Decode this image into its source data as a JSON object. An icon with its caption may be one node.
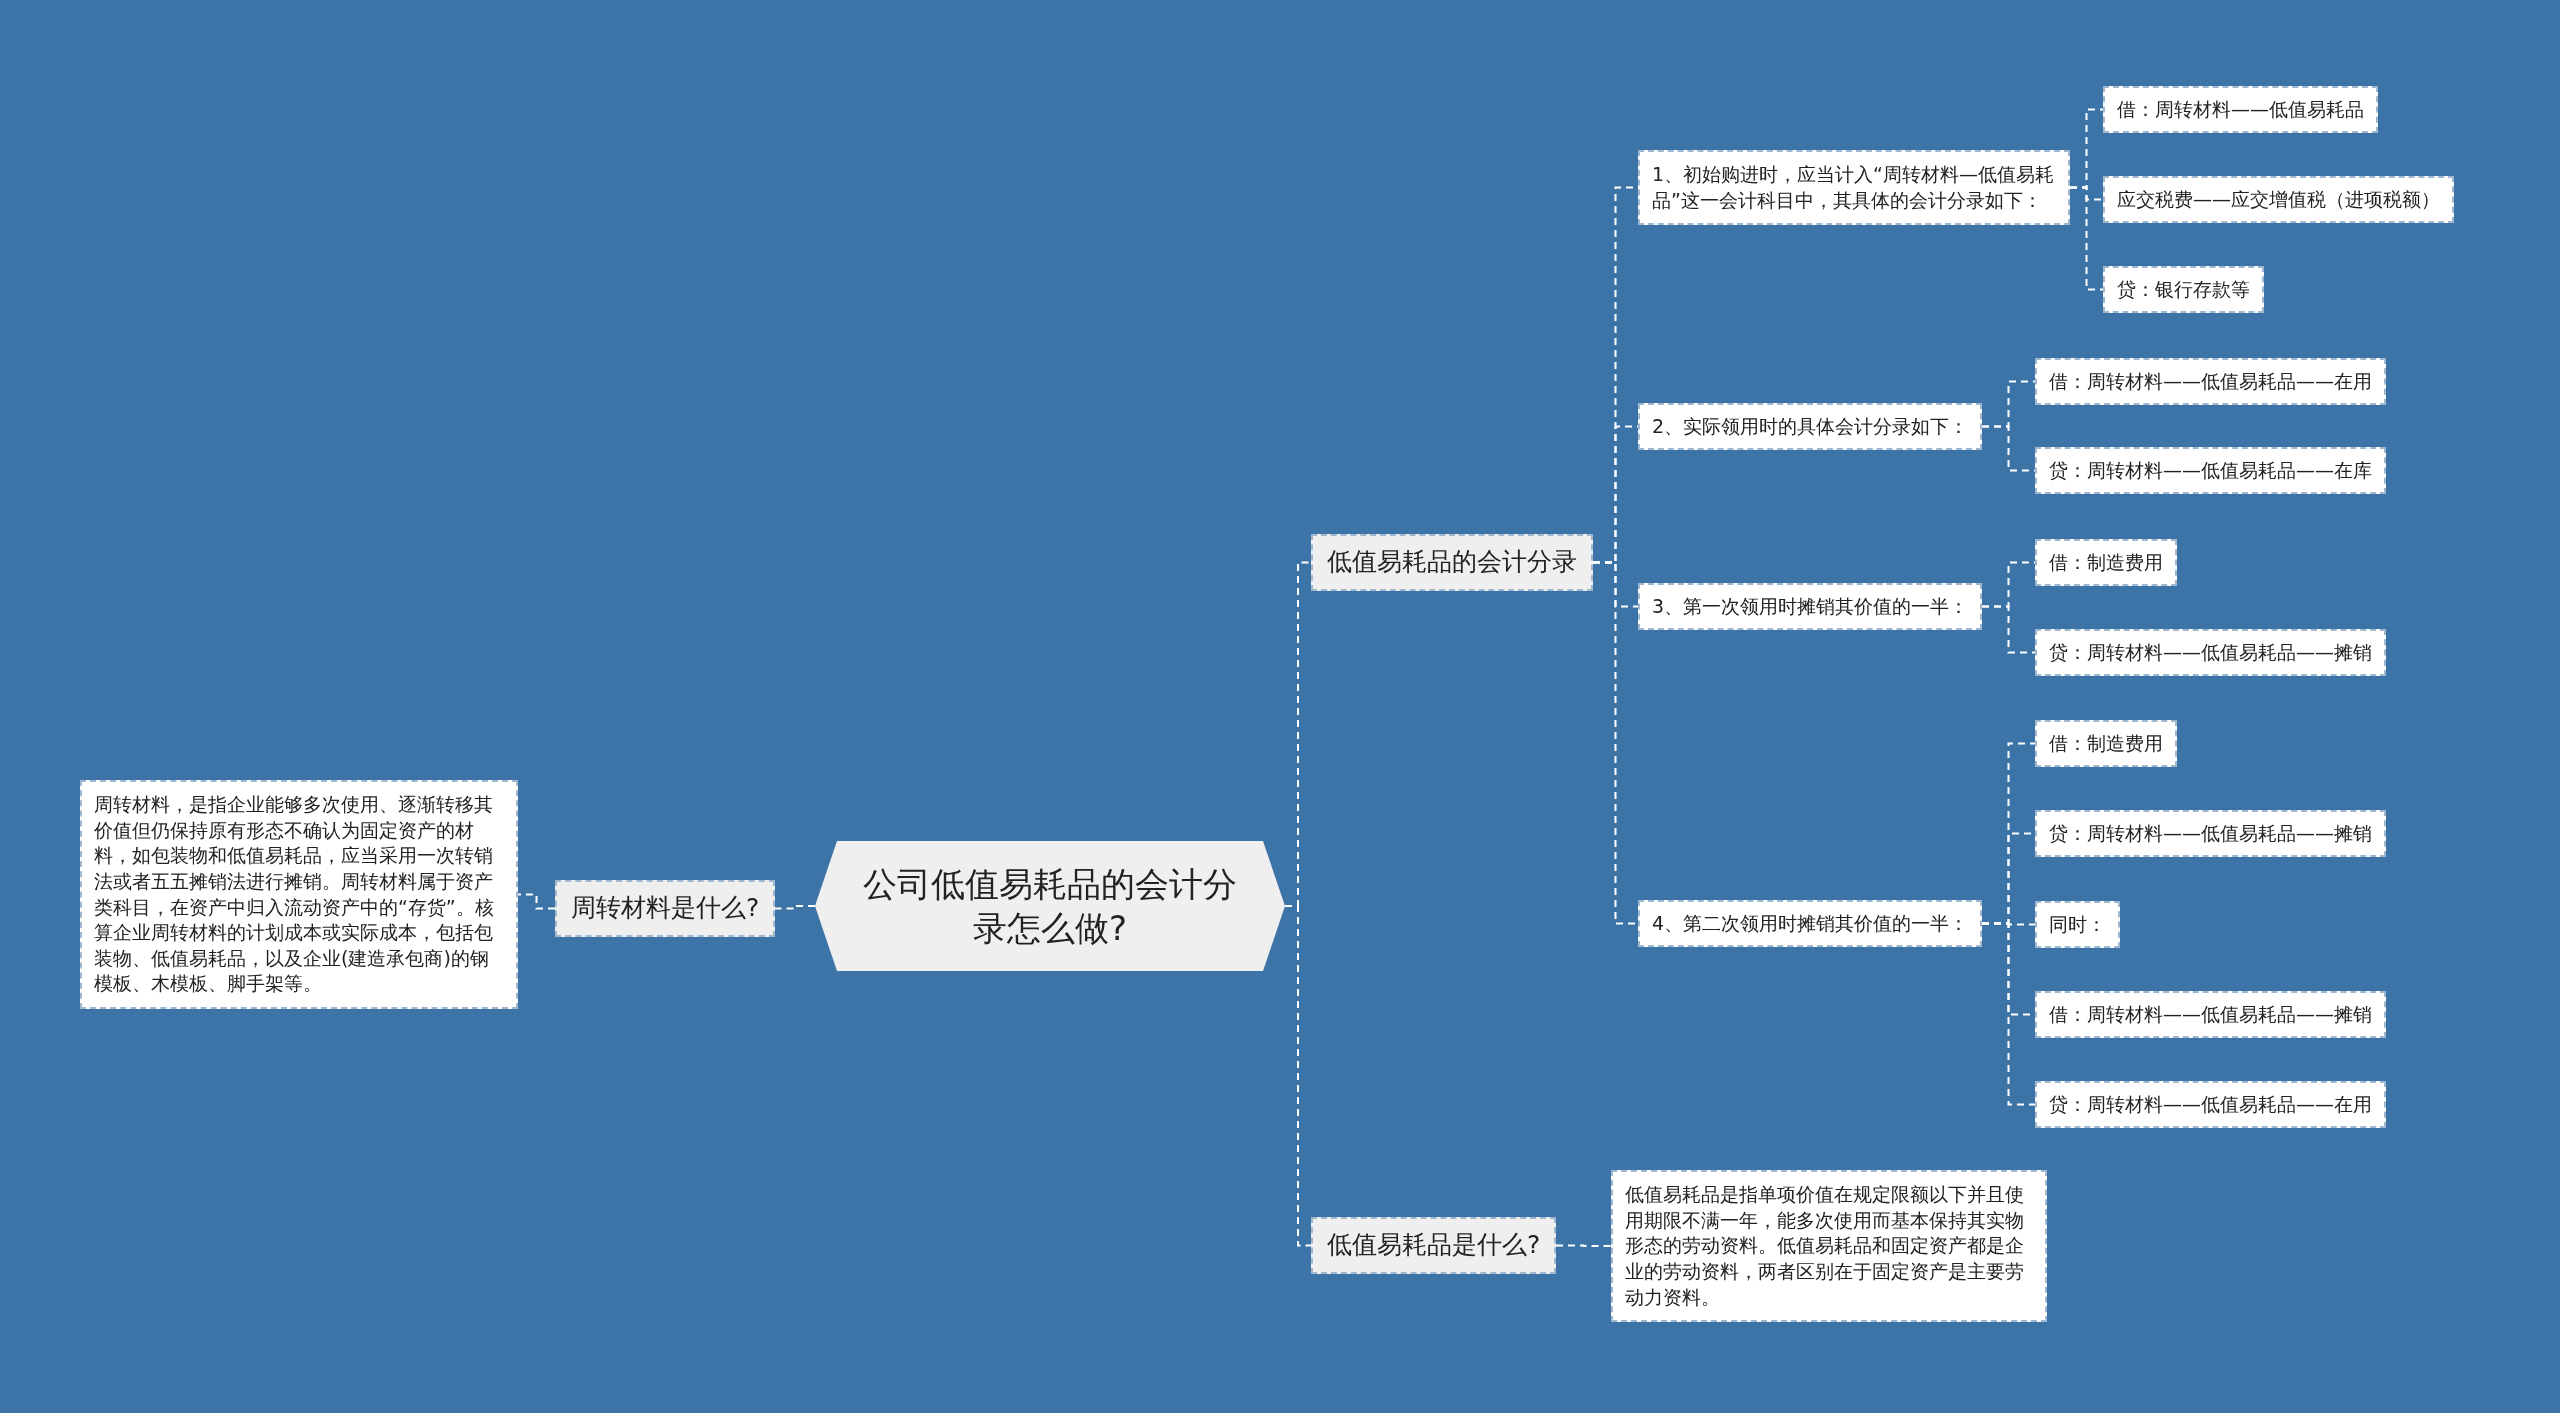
{
  "diagram": {
    "nodes": [
      {
        "text": [
          "公司低值易耗品的会计分录怎么做?"
        ]
      },
      {
        "text": [
          "周转材料是什么?"
        ]
      },
      {
        "text": [
          "周转材料，是指企业能够多次使用、逐渐转移其价值但仍保持原有形态不确认为固定资产的材料，如包装物和低值易耗品，应当采用一次转销法或者五五摊销法进行摊销。周转材料属于资产类科目，在资产中归入流动资产中的“存货”。核算企业周转材料的计划成本或实际成本，包括包装物、低值易耗品，以及企业(建造承包商)的钢模板、木模板、脚手架等。"
        ]
      },
      {
        "text": [
          "低值易耗品的会计分录"
        ]
      },
      {
        "text": [
          "1、初始购进时，应当计入“周转材料—低值易耗品”这一会计科目中，其具体的会计分录如下："
        ]
      },
      {
        "text": [
          "借：周转材料——低值易耗品"
        ]
      },
      {
        "text": [
          "应交税费——应交增值税（进项税额）"
        ]
      },
      {
        "text": [
          "贷：银行存款等"
        ]
      },
      {
        "text": [
          "2、实际领用时的具体会计分录如下："
        ]
      },
      {
        "text": [
          "借：周转材料——低值易耗品——在用"
        ]
      },
      {
        "text": [
          "贷：周转材料——低值易耗品——在库"
        ]
      },
      {
        "text": [
          "3、第一次领用时摊销其价值的一半："
        ]
      },
      {
        "text": [
          "借：制造费用"
        ]
      },
      {
        "text": [
          "贷：周转材料——低值易耗品——摊销"
        ]
      },
      {
        "text": [
          "4、第二次领用时摊销其价值的一半："
        ]
      },
      {
        "text": [
          "借：制造费用"
        ]
      },
      {
        "text": [
          "贷：周转材料——低值易耗品——摊销"
        ]
      },
      {
        "text": [
          "同时："
        ]
      },
      {
        "text": [
          "借：周转材料——低值易耗品——摊销"
        ]
      },
      {
        "text": [
          "贷：周转材料——低值易耗品——在用"
        ]
      },
      {
        "text": [
          "低值易耗品是什么?"
        ]
      },
      {
        "text": [
          "低值易耗品是指单项价值在规定限额以下并且使用期限不满一年，能多次使用而基本保持其实物形态的劳动资料。低值易耗品和固定资产都是企业的劳动资料，两者区别在于固定资产是主要劳动力资料。"
        ]
      }
    ],
    "edges": [
      {
        "from": 0,
        "to": 1,
        "arrow": "none"
      },
      {
        "from": 1,
        "to": 2,
        "arrow": "none"
      },
      {
        "from": 0,
        "to": 3,
        "arrow": "none"
      },
      {
        "from": 3,
        "to": 4,
        "arrow": "none"
      },
      {
        "from": 4,
        "to": 5,
        "arrow": "none"
      },
      {
        "from": 4,
        "to": 6,
        "arrow": "none"
      },
      {
        "from": 4,
        "to": 7,
        "arrow": "none"
      },
      {
        "from": 3,
        "to": 8,
        "arrow": "none"
      },
      {
        "from": 8,
        "to": 9,
        "arrow": "none"
      },
      {
        "from": 8,
        "to": 10,
        "arrow": "none"
      },
      {
        "from": 3,
        "to": 11,
        "arrow": "none"
      },
      {
        "from": 11,
        "to": 12,
        "arrow": "none"
      },
      {
        "from": 11,
        "to": 13,
        "arrow": "none"
      },
      {
        "from": 3,
        "to": 14,
        "arrow": "none"
      },
      {
        "from": 14,
        "to": 15,
        "arrow": "none"
      },
      {
        "from": 14,
        "to": 16,
        "arrow": "none"
      },
      {
        "from": 14,
        "to": 17,
        "arrow": "none"
      },
      {
        "from": 14,
        "to": 18,
        "arrow": "none"
      },
      {
        "from": 14,
        "to": 19,
        "arrow": "none"
      },
      {
        "from": 0,
        "to": 20,
        "arrow": "none"
      },
      {
        "from": 20,
        "to": 21,
        "arrow": "none"
      }
    ]
  }
}
